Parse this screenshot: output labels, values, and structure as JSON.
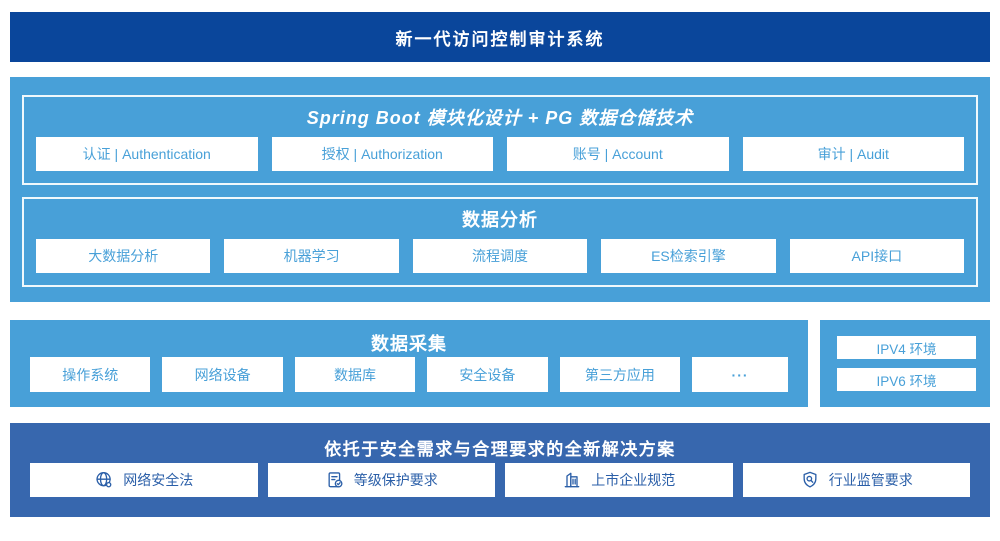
{
  "colors": {
    "header_blue": "#0a469b",
    "light_blue": "#48a0d8",
    "solution_blue": "#3767ae",
    "box_text_light_blue": "#48a0d8",
    "box_text_dark_blue": "#2b5fa8"
  },
  "header": {
    "title": "新一代访问控制审计系统"
  },
  "platform": {
    "spring": {
      "title": "Spring Boot 模块化设计 + PG 数据仓储技术",
      "items": [
        {
          "label": "认证 | Authentication"
        },
        {
          "label": "授权 | Authorization"
        },
        {
          "label": "账号 | Account"
        },
        {
          "label": "审计 | Audit"
        }
      ]
    },
    "analysis": {
      "title": "数据分析",
      "items": [
        {
          "label": "大数据分析"
        },
        {
          "label": "机器学习"
        },
        {
          "label": "流程调度"
        },
        {
          "label": "ES检索引擎"
        },
        {
          "label": "API接口"
        }
      ]
    }
  },
  "collection": {
    "title": "数据采集",
    "items": [
      {
        "label": "操作系统"
      },
      {
        "label": "网络设备"
      },
      {
        "label": "数据库"
      },
      {
        "label": "安全设备"
      },
      {
        "label": "第三方应用"
      },
      {
        "label": "···"
      }
    ]
  },
  "environments": {
    "items": [
      {
        "label": "IPV4 环境"
      },
      {
        "label": "IPV6 环境"
      }
    ]
  },
  "solution": {
    "title": "依托于安全需求与合理要求的全新解决方案",
    "items": [
      {
        "label": "网络安全法",
        "icon": "globe-icon"
      },
      {
        "label": "等级保护要求",
        "icon": "document-check-icon"
      },
      {
        "label": "上市企业规范",
        "icon": "building-icon"
      },
      {
        "label": "行业监管要求",
        "icon": "shield-search-icon"
      }
    ]
  }
}
